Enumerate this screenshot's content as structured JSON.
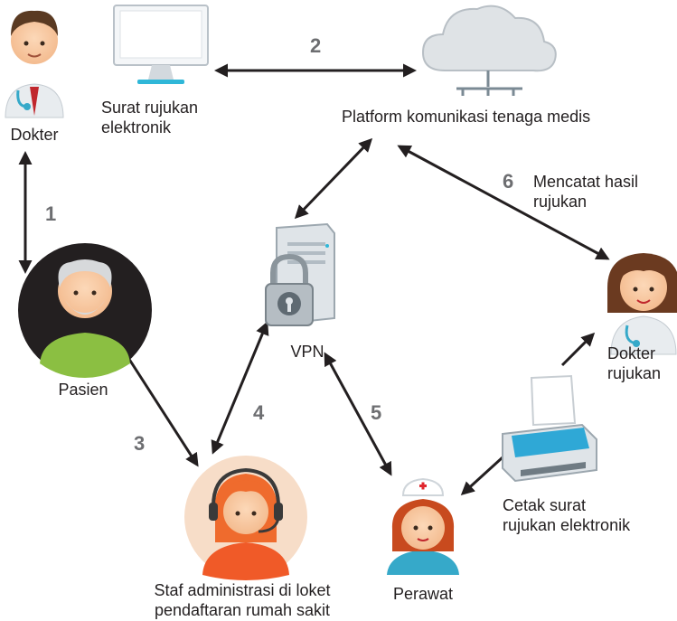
{
  "nodes": {
    "doctor": "Dokter",
    "referral_doc": "Surat rujukan\nelektronik",
    "platform": "Platform komunikasi tenaga medis",
    "vpn": "VPN",
    "patient": "Pasien",
    "ref_doctor": "Dokter\nrujukan",
    "admin": "Staf administrasi di loket\npendaftaran rumah sakit",
    "nurse": "Perawat",
    "print": "Cetak surat\nrujukan elektronik",
    "record": "Mencatat hasil\nrujukan"
  },
  "steps": [
    "1",
    "2",
    "3",
    "4",
    "5",
    "6"
  ],
  "colors": {
    "arrow": "#231f20",
    "step": "#6d6e71"
  },
  "icons": [
    "doctor-icon",
    "monitor-icon",
    "cloud-icon",
    "server-lock-icon",
    "patient-icon",
    "female-doctor-icon",
    "receptionist-icon",
    "nurse-icon",
    "printer-icon"
  ]
}
